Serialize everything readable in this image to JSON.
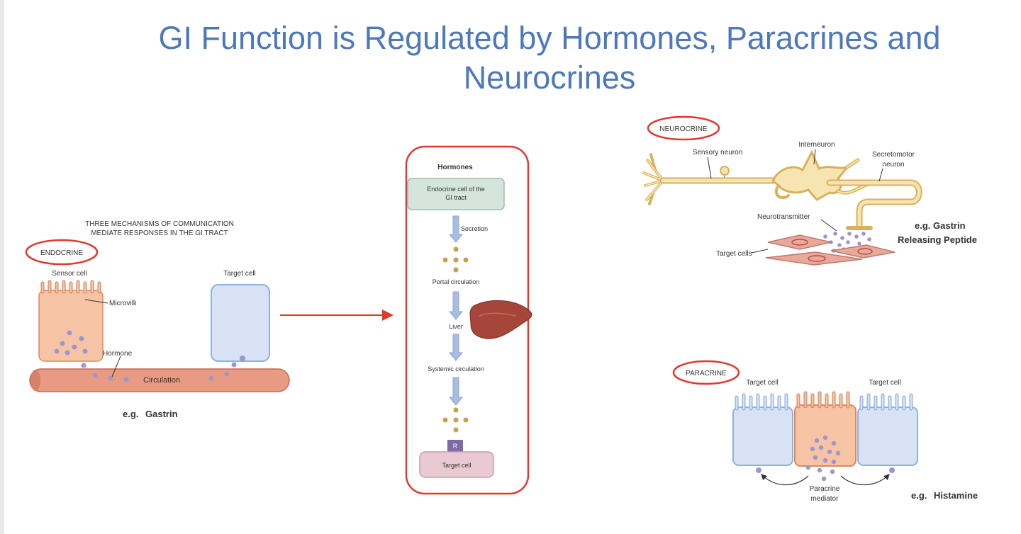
{
  "slide": {
    "title_line1": "GI Function is Regulated by Hormones, Paracrines and",
    "title_line2": "Neurocrines"
  },
  "endocrine": {
    "heading_line1": "THREE MECHANISMS OF COMMUNICATION",
    "heading_line2": "MEDIATE RESPONSES IN THE GI TRACT",
    "tag": "ENDOCRINE",
    "sensor_cell": "Sensor cell",
    "target_cell": "Target cell",
    "microvilli": "Microvilli",
    "hormone": "Hormone",
    "circulation": "Circulation",
    "example_prefix": "e.g.",
    "example_name": "Gastrin"
  },
  "hormones_flow": {
    "title": "Hormones",
    "source_line1": "Endocrine cell of the",
    "source_line2": "GI tract",
    "secretion": "Secretion",
    "portal": "Portal circulation",
    "liver": "Liver",
    "systemic": "Systemic circulation",
    "receptor": "R",
    "target": "Target cell"
  },
  "neurocrine": {
    "tag": "NEUROCRINE",
    "sensory_neuron": "Sensory neuron",
    "interneuron": "Interneuron",
    "secretomotor_line1": "Secretomotor",
    "secretomotor_line2": "neuron",
    "neurotransmitter": "Neurotransmitter",
    "target_cells": "Target cells",
    "example_line1": "e.g. Gastrin",
    "example_line2": "Releasing Peptide"
  },
  "paracrine": {
    "tag": "PARACRINE",
    "target_left": "Target cell",
    "target_right": "Target cell",
    "mediator_line1": "Paracrine",
    "mediator_line2": "mediator",
    "example_prefix": "e.g.",
    "example_name": "Histamine"
  },
  "colors": {
    "title_blue": "#4d78bd",
    "highlight_red": "#e0392f",
    "sensor_peach": "#f6c4a4",
    "target_blue": "#d7e3f4",
    "vessel": "#e99a82",
    "granule": "#c7a24c",
    "mediator": "#9e95cf"
  }
}
